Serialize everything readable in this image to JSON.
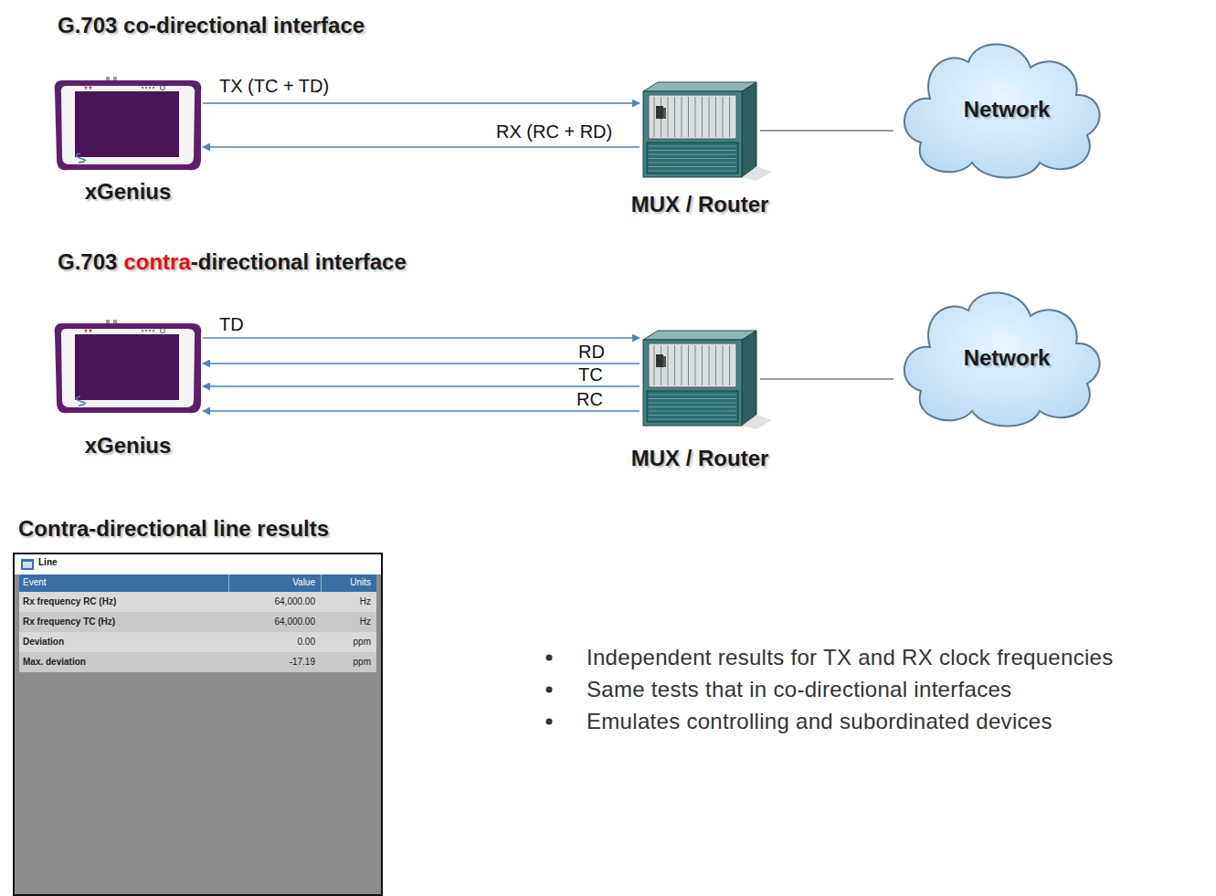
{
  "diagram": {
    "nodes": [
      {
        "text": [
          "xGenius"
        ]
      },
      {
        "text": [
          "MUX / Router"
        ]
      },
      {
        "text": [
          "Network"
        ]
      },
      {
        "text": [
          "xGenius"
        ]
      },
      {
        "text": [
          "MUX / Router"
        ]
      },
      {
        "text": [
          "Network"
        ]
      }
    ],
    "edges": [
      {
        "from": 0,
        "to": 1,
        "label": "TX (TC + TD)",
        "arrow": "to"
      },
      {
        "from": 1,
        "to": 0,
        "label": "RX (RC + RD)",
        "arrow": "to"
      },
      {
        "from": 1,
        "to": 2,
        "arrow": "none"
      },
      {
        "from": 3,
        "to": 4,
        "label": "TD",
        "arrow": "to"
      },
      {
        "from": 4,
        "to": 3,
        "label": "RD",
        "arrow": "to"
      },
      {
        "from": 4,
        "to": 3,
        "label": "TC",
        "arrow": "to"
      },
      {
        "from": 4,
        "to": 3,
        "label": "RC",
        "arrow": "to"
      },
      {
        "from": 4,
        "to": 5,
        "arrow": "none"
      }
    ],
    "labels": [
      "G.703 co-directional interface",
      "G.703",
      "contra",
      "-directional interface",
      "Contra-directional line results",
      "Line",
      "Event",
      "Value",
      "Units",
      "Rx frequency RC (Hz)",
      "64,000.00",
      "Hz",
      "Rx frequency TC (Hz)",
      "64,000.00",
      "Hz",
      "Deviation",
      "0.00",
      "ppm",
      "Max. deviation",
      "-17.19",
      "ppm",
      "Independent results for TX and RX clock frequencies",
      "Same tests that in co-directional interfaces",
      "Emulates controlling and subordinated devices"
    ]
  }
}
